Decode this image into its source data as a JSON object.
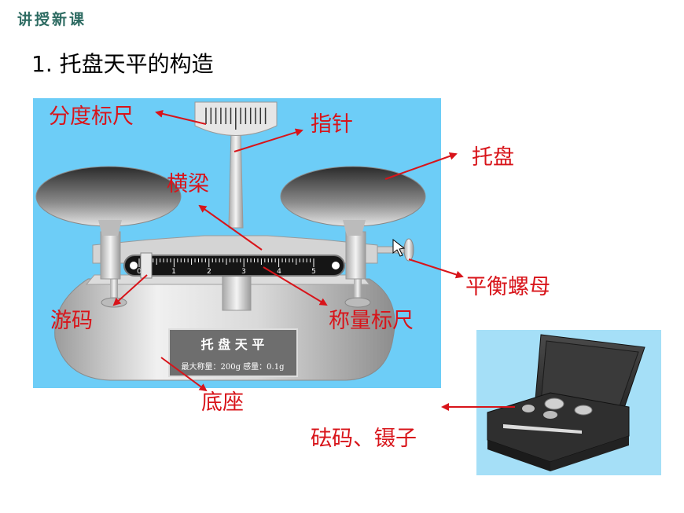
{
  "header": {
    "section": "讲授新课"
  },
  "title": "1. 托盘天平的构造",
  "balance": {
    "plate_title": "托 盘 天 平",
    "plate_spec": "最大称量：200g  感量：0.1g",
    "scale_numbers": [
      "0",
      "1",
      "2",
      "3",
      "4",
      "5"
    ]
  },
  "labels": {
    "scale_plate": "分度标尺",
    "pointer": "指针",
    "pan": "托盘",
    "beam": "横梁",
    "balance_nut": "平衡螺母",
    "rider": "游码",
    "beam_scale": "称量标尺",
    "base": "底座",
    "weights": "砝码、镊子"
  },
  "colors": {
    "label": "#d8141a",
    "arrow": "#d8141a",
    "sky": "#6dcdf7",
    "header": "#2d6b62"
  }
}
